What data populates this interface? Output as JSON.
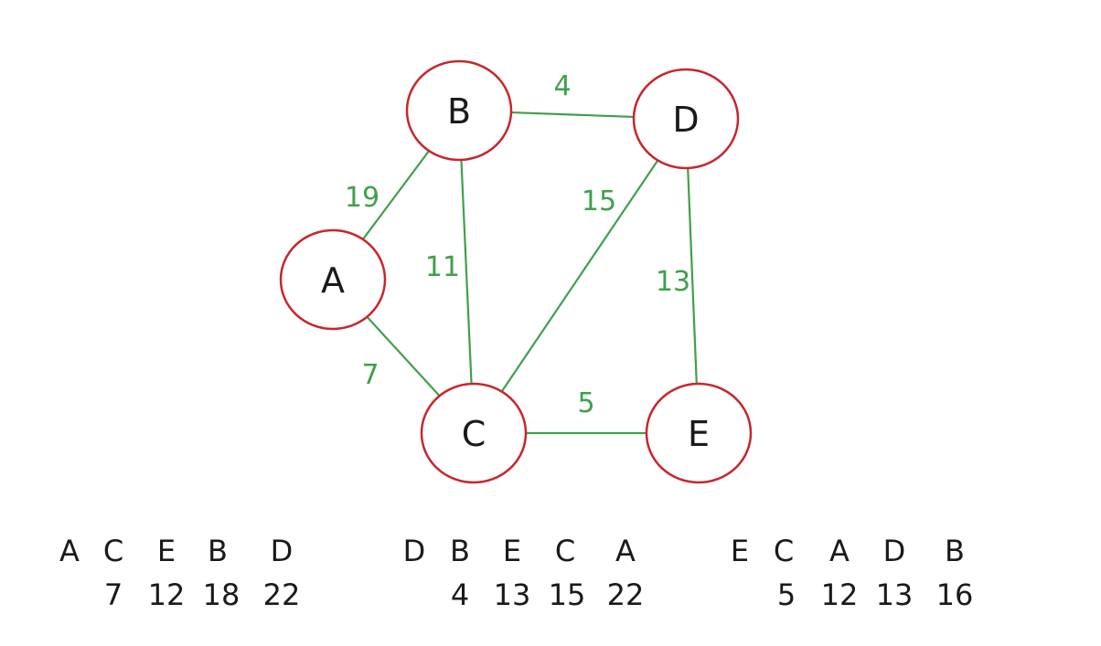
{
  "graph": {
    "nodes": [
      {
        "id": "A",
        "label": "A"
      },
      {
        "id": "B",
        "label": "B"
      },
      {
        "id": "C",
        "label": "C"
      },
      {
        "id": "D",
        "label": "D"
      },
      {
        "id": "E",
        "label": "E"
      }
    ],
    "edges": [
      {
        "from": "A",
        "to": "B",
        "weight": "19"
      },
      {
        "from": "A",
        "to": "C",
        "weight": "7"
      },
      {
        "from": "B",
        "to": "C",
        "weight": "11"
      },
      {
        "from": "B",
        "to": "D",
        "weight": "4"
      },
      {
        "from": "C",
        "to": "D",
        "weight": "15"
      },
      {
        "from": "C",
        "to": "E",
        "weight": "5"
      },
      {
        "from": "D",
        "to": "E",
        "weight": "13"
      }
    ],
    "colors": {
      "node_stroke": "#c8262c",
      "edge": "#3fa04b",
      "weight_text": "#3fa04b",
      "text": "#1a1a1a"
    }
  },
  "routes": [
    {
      "order": [
        "A",
        "C",
        "E",
        "B",
        "D"
      ],
      "distances": [
        "",
        "7",
        "12",
        "18",
        "22"
      ]
    },
    {
      "order": [
        "D",
        "B",
        "E",
        "C",
        "A"
      ],
      "distances": [
        "",
        "4",
        "13",
        "15",
        "22"
      ]
    },
    {
      "order": [
        "E",
        "C",
        "A",
        "D",
        "B"
      ],
      "distances": [
        "",
        "5",
        "12",
        "13",
        "16"
      ]
    }
  ]
}
